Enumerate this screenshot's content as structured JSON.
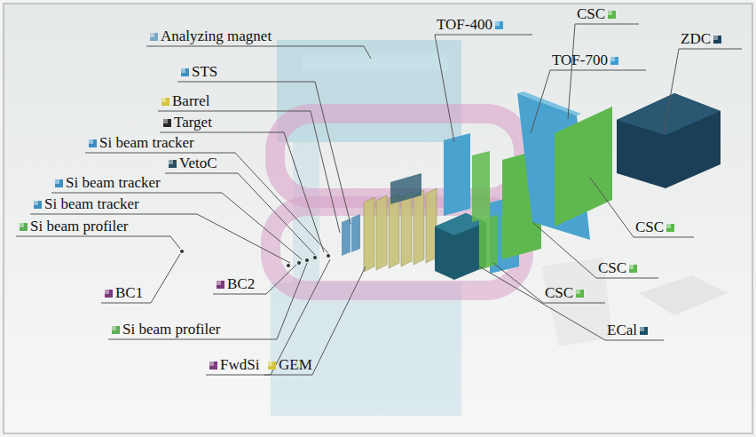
{
  "diagram": {
    "labels": [
      "Analyzing magnet",
      "STS",
      "Barrel",
      "Target",
      "Si beam tracker",
      "VetoC",
      "Si beam tracker",
      "Si beam tracker",
      "Si beam profiler",
      "BC1",
      "BC2",
      "Si beam profiler",
      "FwdSi",
      "GEM",
      "TOF-400",
      "CSC",
      "TOF-700",
      "ZDC",
      "CSC",
      "CSC",
      "CSC",
      "ECal"
    ]
  }
}
